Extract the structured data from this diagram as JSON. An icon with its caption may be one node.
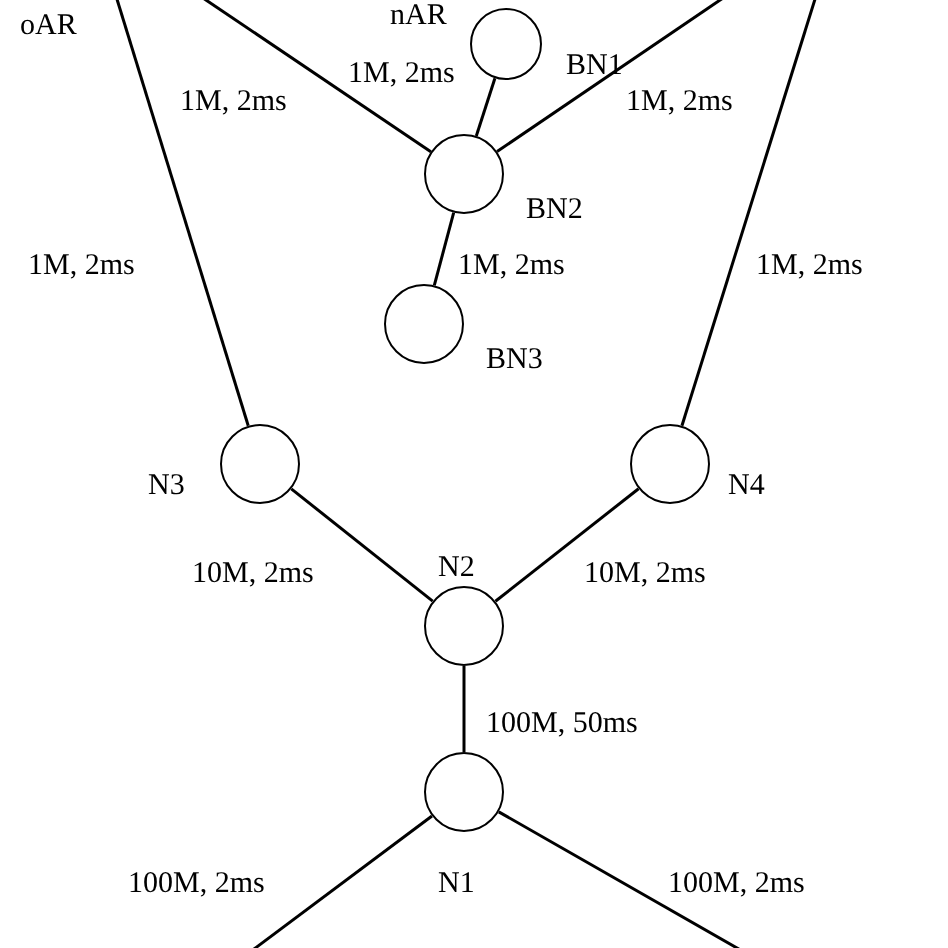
{
  "diagram": {
    "nodes": [
      {
        "text": [],
        "shape": "circle",
        "beside": [
          "BN1"
        ]
      },
      {
        "text": [],
        "shape": "circle",
        "beside": [
          "BN2"
        ]
      },
      {
        "text": [],
        "shape": "circle",
        "beside": [
          "BN3"
        ]
      },
      {
        "text": [],
        "shape": "circle",
        "beside": [
          "N3"
        ]
      },
      {
        "text": [],
        "shape": "circle",
        "beside": [
          "N4"
        ]
      },
      {
        "text": [],
        "shape": "circle",
        "beside": [
          "N2"
        ]
      },
      {
        "text": [],
        "shape": "circle",
        "beside": [
          "N1"
        ]
      }
    ],
    "edges": [
      {
        "from": null,
        "to": 1,
        "arrow": "none",
        "label": "1M, 2ms"
      },
      {
        "from": 0,
        "to": 1,
        "arrow": "none",
        "label": "1M, 2ms"
      },
      {
        "from": null,
        "to": 1,
        "arrow": "none",
        "label": "1M, 2ms"
      },
      {
        "from": null,
        "to": 3,
        "arrow": "none",
        "label": "1M, 2ms"
      },
      {
        "from": null,
        "to": 4,
        "arrow": "none",
        "label": "1M, 2ms"
      },
      {
        "from": 1,
        "to": 2,
        "arrow": "none",
        "label": "1M, 2ms"
      },
      {
        "from": 3,
        "to": 5,
        "arrow": "none",
        "label": "10M, 2ms"
      },
      {
        "from": 4,
        "to": 5,
        "arrow": "none",
        "label": "10M, 2ms"
      },
      {
        "from": 5,
        "to": 6,
        "arrow": "none",
        "label": "100M, 50ms"
      },
      {
        "from": 6,
        "to": null,
        "arrow": "none",
        "label": "100M, 2ms"
      },
      {
        "from": 6,
        "to": null,
        "arrow": "none",
        "label": "100M, 2ms"
      }
    ],
    "labels": [
      "oAR",
      "nAR"
    ]
  }
}
